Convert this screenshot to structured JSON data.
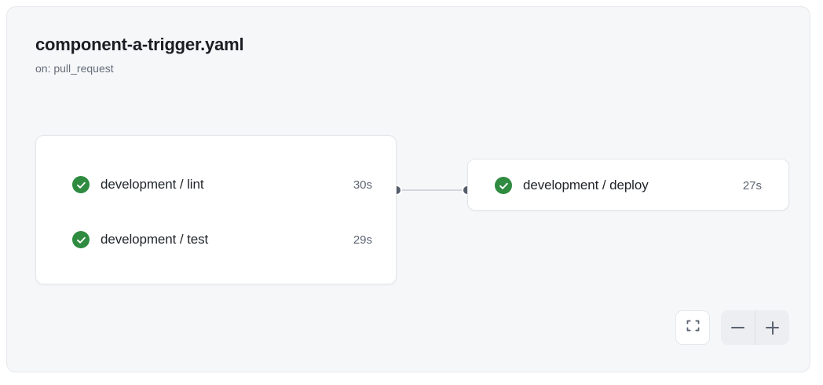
{
  "panel": {
    "title": "component-a-trigger.yaml",
    "subtitle": "on: pull_request"
  },
  "colors": {
    "success": "#2e8b40",
    "panel_bg": "#f6f7f9",
    "node_bg": "#ffffff",
    "edge": "#d3d7dd",
    "handle": "#555c6a",
    "text_primary": "#1f2328",
    "text_muted": "#5e6673"
  },
  "graph": {
    "nodes": [
      {
        "id": "group-node",
        "jobs": [
          {
            "status_icon": "check-circle-icon",
            "status": "success",
            "name": "development / lint",
            "duration": "30s"
          },
          {
            "status_icon": "check-circle-icon",
            "status": "success",
            "name": "development / test",
            "duration": "29s"
          }
        ]
      },
      {
        "id": "deploy-node",
        "jobs": [
          {
            "status_icon": "check-circle-icon",
            "status": "success",
            "name": "development / deploy",
            "duration": "27s"
          }
        ]
      }
    ],
    "edges": [
      {
        "source": "group-node",
        "target": "deploy-node"
      }
    ]
  },
  "controls": {
    "fit_view": {
      "icon": "fit-view-icon",
      "label": "Fit view"
    },
    "zoom_out": {
      "icon": "minus-icon",
      "label": "Zoom out"
    },
    "zoom_in": {
      "icon": "plus-icon",
      "label": "Zoom in"
    }
  }
}
